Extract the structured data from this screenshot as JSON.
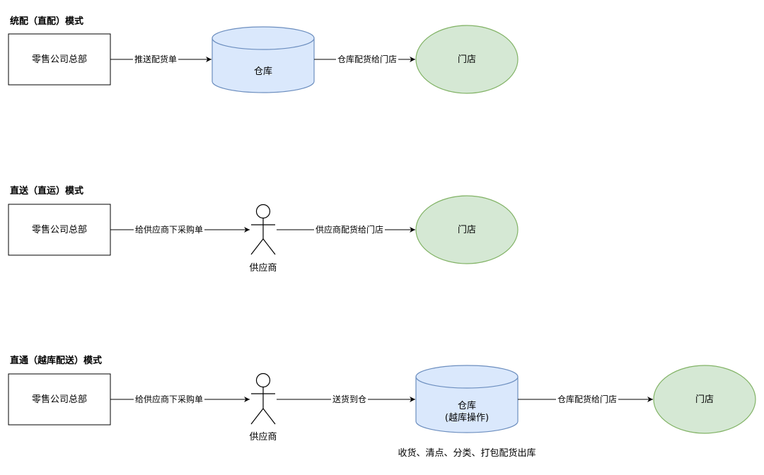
{
  "sections": [
    {
      "title": "统配（直配）模式",
      "hq": "零售公司总部",
      "edge1": "推送配货单",
      "warehouse": "仓库",
      "edge2": "仓库配货给门店",
      "store": "门店"
    },
    {
      "title": "直送（直运）模式",
      "hq": "零售公司总部",
      "edge1": "给供应商下采购单",
      "supplier": "供应商",
      "edge2": "供应商配货给门店",
      "store": "门店"
    },
    {
      "title": "直通（越库配送）模式",
      "hq": "零售公司总部",
      "edge1": "给供应商下采购单",
      "supplier": "供应商",
      "edge2": "送货到仓",
      "warehouse_line1": "仓库",
      "warehouse_line2": "(越库操作)",
      "edge3": "仓库配货给门店",
      "store": "门店",
      "note": "收货、清点、分类、打包配货出库"
    }
  ],
  "colors": {
    "warehouse_fill": "#dae8fc",
    "warehouse_stroke": "#6c8ebf",
    "store_fill": "#d5e8d4",
    "store_stroke": "#82b366",
    "line": "#000000"
  }
}
